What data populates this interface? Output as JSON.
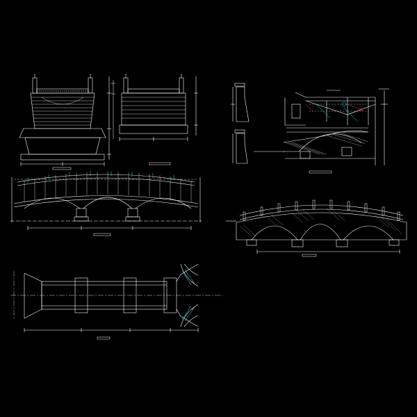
{
  "colors": {
    "background": "#000000",
    "line": "#ffffff",
    "accent": "#00ffff",
    "highlight": "#ff3333"
  },
  "drawing": {
    "views": [
      {
        "id": "end-elevation-left",
        "caption": ""
      },
      {
        "id": "end-elevation-right",
        "caption": ""
      },
      {
        "id": "pier-details",
        "caption": ""
      },
      {
        "id": "partial-elevation-detail",
        "caption": ""
      },
      {
        "id": "longitudinal-elevation",
        "caption": ""
      },
      {
        "id": "perspective-elevation",
        "caption": ""
      },
      {
        "id": "plan-view",
        "caption": ""
      }
    ]
  }
}
